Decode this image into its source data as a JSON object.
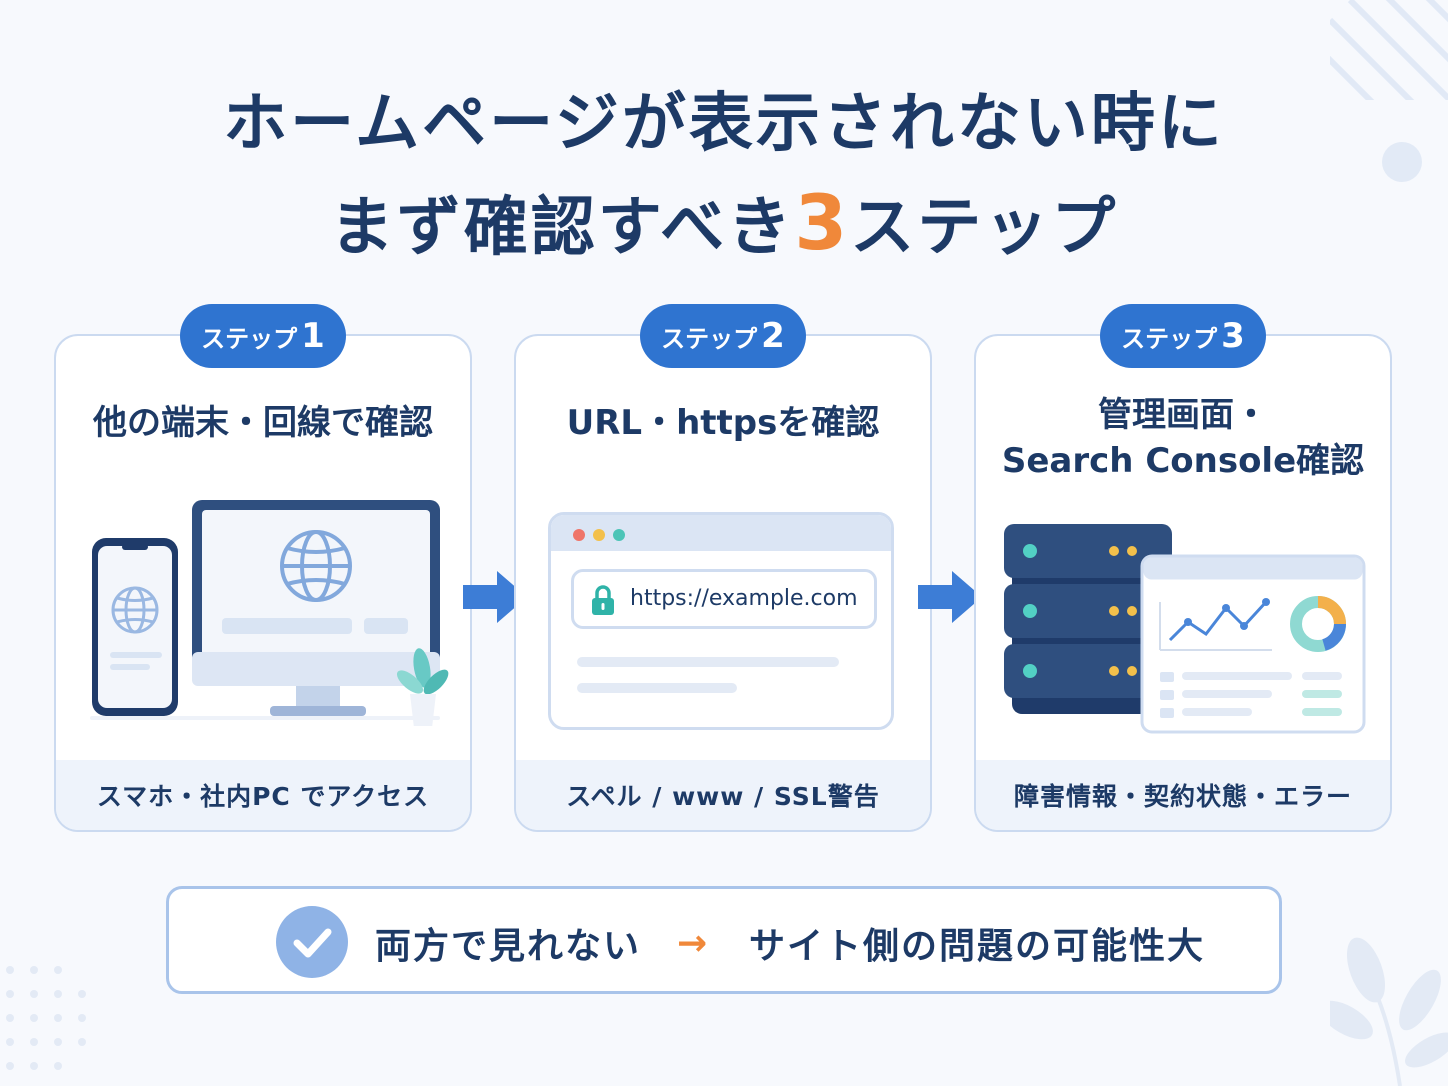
{
  "title": {
    "line1": "ホームページが表示されない時に",
    "line2_pre": "まず確認すべき",
    "line2_num": "3",
    "line2_post": "ステップ"
  },
  "steps": [
    {
      "badge_label": "ステップ",
      "badge_num": "1",
      "heading": "他の端末・回線で確認",
      "footer": "スマホ・社内PC でアクセス",
      "icons": [
        "smartphone-icon",
        "monitor-icon",
        "globe-icon",
        "plant-icon"
      ]
    },
    {
      "badge_label": "ステップ",
      "badge_num": "2",
      "heading": "URL・httpsを確認",
      "url": "https://example.com",
      "footer": "スペル / www / SSL警告",
      "icons": [
        "browser-window-icon",
        "lock-icon"
      ]
    },
    {
      "badge_label": "ステップ",
      "badge_num": "3",
      "heading_line1": "管理画面・",
      "heading_line2": "Search Console確認",
      "footer": "障害情報・契約状態・エラー",
      "icons": [
        "server-icon",
        "dashboard-icon",
        "line-chart-icon",
        "donut-chart-icon"
      ]
    }
  ],
  "summary": {
    "left": "両方で見れない",
    "arrow": "→",
    "right": "サイト側の問題の可能性大"
  },
  "colors": {
    "navy": "#1d3a66",
    "accent_blue": "#2f74d0",
    "accent_orange": "#f0883a",
    "card_border": "#cbdaf0"
  }
}
